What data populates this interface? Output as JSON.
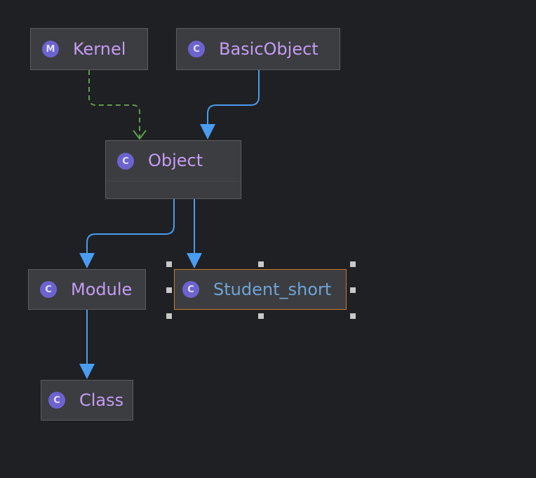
{
  "nodes": {
    "kernel": {
      "label": "Kernel",
      "badge": "M",
      "kind": "module"
    },
    "basic_object": {
      "label": "BasicObject",
      "badge": "C",
      "kind": "class"
    },
    "object": {
      "label": "Object",
      "badge": "C",
      "kind": "class"
    },
    "module": {
      "label": "Module",
      "badge": "C",
      "kind": "class"
    },
    "student_short": {
      "label": "Student_short",
      "badge": "C",
      "kind": "class",
      "selected": true
    },
    "class": {
      "label": "Class",
      "badge": "C",
      "kind": "class"
    }
  },
  "edges": [
    {
      "from": "Kernel",
      "to": "Object",
      "style": "dashed",
      "color": "#5f9e4a"
    },
    {
      "from": "BasicObject",
      "to": "Object",
      "style": "solid",
      "color": "#4a9cf0"
    },
    {
      "from": "Object",
      "to": "Module",
      "style": "solid",
      "color": "#4a9cf0"
    },
    {
      "from": "Object",
      "to": "Student_short",
      "style": "solid",
      "color": "#4a9cf0"
    },
    {
      "from": "Module",
      "to": "Class",
      "style": "solid",
      "color": "#4a9cf0"
    }
  ],
  "colors": {
    "background": "#1f2023",
    "node_fill": "#3b3d40",
    "node_border": "#5a5c60",
    "label_text": "#c69cf4",
    "selected_text": "#6fa3d6",
    "selected_border": "#c77a30",
    "badge": "#6d63cf"
  }
}
